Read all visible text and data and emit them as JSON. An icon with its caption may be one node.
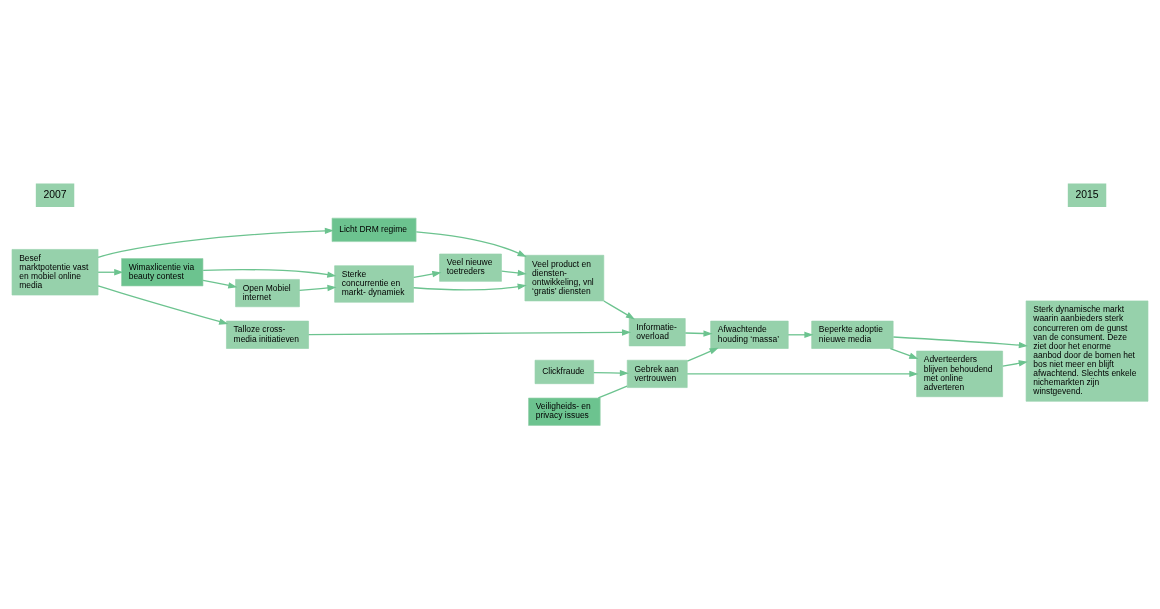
{
  "diagram": {
    "nodes": [
      {
        "text": [
          "Besef marktpotentie vast en mobiel online media"
        ]
      },
      {
        "text": [
          "Wimaxlicentie via beauty contest"
        ]
      },
      {
        "text": [
          "Open Mobiel internet"
        ]
      },
      {
        "text": [
          "Sterke concurrentie en markt- dynamiek"
        ]
      },
      {
        "text": [
          "Talloze cross- media initiatieven"
        ]
      },
      {
        "text": [
          "Licht DRM regime"
        ]
      },
      {
        "text": [
          "Veel nieuwe toetreders"
        ]
      },
      {
        "text": [
          "Veel product en diensten- ontwikkeling, vnl ‘gratis’ diensten"
        ]
      },
      {
        "text": [
          "Informatie- overload"
        ]
      },
      {
        "text": [
          "Clickfraude"
        ]
      },
      {
        "text": [
          "Veiligheids- en privacy issues"
        ]
      },
      {
        "text": [
          "Gebrek aan vertrouwen"
        ]
      },
      {
        "text": [
          "Afwachtende houding ‘massa’"
        ]
      },
      {
        "text": [
          "Beperkte adoptie nieuwe media"
        ]
      },
      {
        "text": [
          "Adverteerders blijven behoudend met online adverteren"
        ]
      },
      {
        "text": [
          "Sterk dynamische markt waarin aanbieders sterk concurreren om de gunst van de consument. Deze ziet door het enorme aanbod door de bomen het bos niet meer en blijft afwachtend. Slechts enkele nichemarkten zijn winstgevend."
        ]
      }
    ],
    "edges": [
      {
        "from": 0,
        "to": 1,
        "arrow": "to"
      },
      {
        "from": 1,
        "to": 2,
        "arrow": "to"
      },
      {
        "from": 2,
        "to": 3,
        "arrow": "to"
      },
      {
        "from": 1,
        "to": 3,
        "arrow": "to"
      },
      {
        "from": 0,
        "to": 4,
        "arrow": "to"
      },
      {
        "from": 0,
        "to": 5,
        "arrow": "to"
      },
      {
        "from": 3,
        "to": 6,
        "arrow": "to"
      },
      {
        "from": 3,
        "to": 7,
        "arrow": "to"
      },
      {
        "from": 6,
        "to": 7,
        "arrow": "to"
      },
      {
        "from": 5,
        "to": 7,
        "arrow": "to"
      },
      {
        "from": 4,
        "to": 8,
        "arrow": "to"
      },
      {
        "from": 7,
        "to": 8,
        "arrow": "to"
      },
      {
        "from": 8,
        "to": 12,
        "arrow": "to"
      },
      {
        "from": 9,
        "to": 11,
        "arrow": "to"
      },
      {
        "from": 10,
        "to": 11,
        "arrow": "none"
      },
      {
        "from": 11,
        "to": 12,
        "arrow": "to"
      },
      {
        "from": 12,
        "to": 13,
        "arrow": "to"
      },
      {
        "from": 13,
        "to": 15,
        "arrow": "to"
      },
      {
        "from": 13,
        "to": 14,
        "arrow": "to"
      },
      {
        "from": 11,
        "to": 14,
        "arrow": "to"
      },
      {
        "from": 14,
        "to": 15,
        "arrow": "to"
      }
    ],
    "labels": [
      "2007",
      "2015"
    ]
  }
}
